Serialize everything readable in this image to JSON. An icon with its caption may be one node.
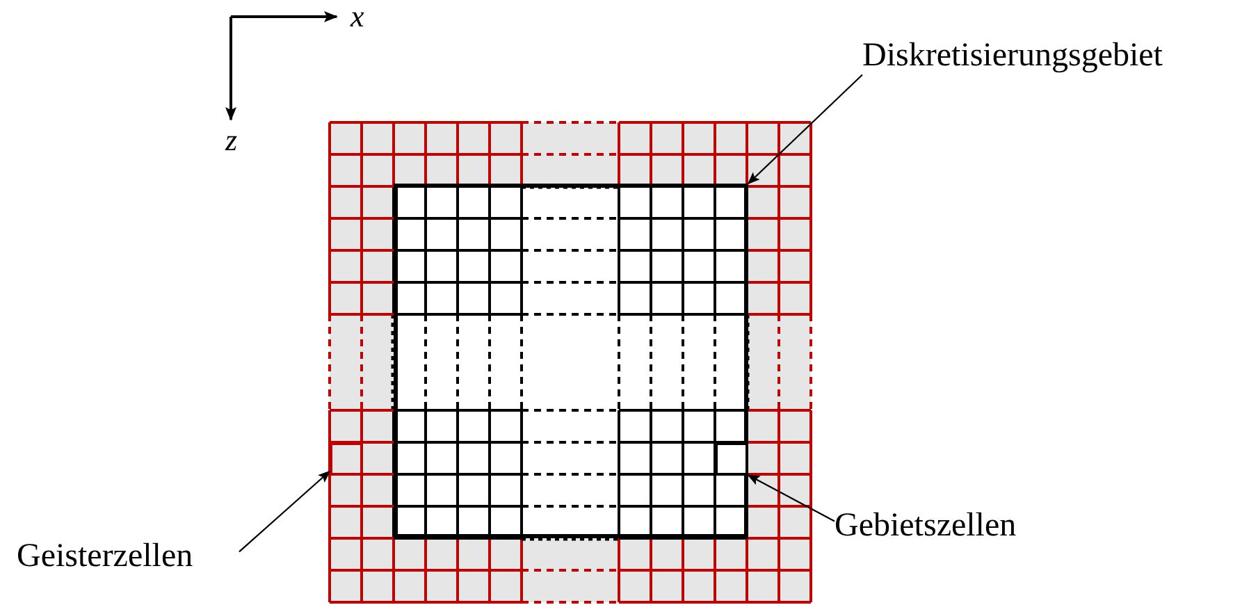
{
  "diagram": {
    "nodes": [
      {
        "text": [
          "Diskretisierungsgebiet"
        ]
      },
      {
        "text": [],
        "shape": "box"
      },
      {
        "text": [
          "Geisterzellen"
        ]
      },
      {
        "text": [],
        "shape": "box"
      },
      {
        "text": [
          "Gebietszellen"
        ]
      },
      {
        "text": [],
        "shape": "box",
        "in": 1
      }
    ],
    "edges": [
      {
        "from": 0,
        "to": 1,
        "arrow": "to"
      },
      {
        "from": 2,
        "to": 3,
        "arrow": "to"
      },
      {
        "from": 4,
        "to": 5,
        "arrow": "to"
      }
    ],
    "labels": [
      "x",
      "z"
    ]
  }
}
